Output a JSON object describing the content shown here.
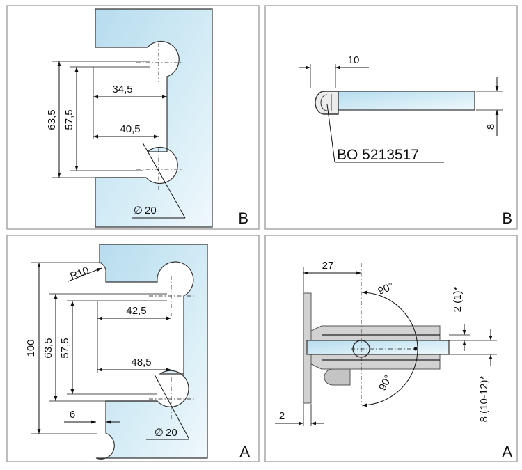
{
  "panels": {
    "top_left": {
      "label": "B",
      "dims": {
        "height_outer": "63,5",
        "height_inner": "57,5",
        "offset_top": "34,5",
        "offset_bottom": "40,5",
        "hole": "20"
      }
    },
    "top_right": {
      "label": "B",
      "dims": {
        "width": "10",
        "thickness": "8"
      },
      "part_number": "BO 5213517"
    },
    "bottom_left": {
      "label": "A",
      "dims": {
        "radius": "R10",
        "total_height": "100",
        "height_outer": "63,5",
        "height_inner": "57,5",
        "offset_top": "42,5",
        "offset_bottom": "48,5",
        "edge": "6",
        "hole": "20"
      }
    },
    "bottom_right": {
      "label": "A",
      "dims": {
        "depth": "27",
        "angle_top": "90°",
        "angle_bottom": "90°",
        "gap": "2 (1)*",
        "glass": "8 (10-12)*",
        "plate": "2"
      }
    }
  },
  "colors": {
    "glass": "#c6e4f2",
    "glass_light": "#e9f5fb",
    "metal": "#d2d2d2",
    "frame": "#9a9a9a",
    "ink": "#111111"
  },
  "symbols": {
    "diameter": "∅"
  }
}
